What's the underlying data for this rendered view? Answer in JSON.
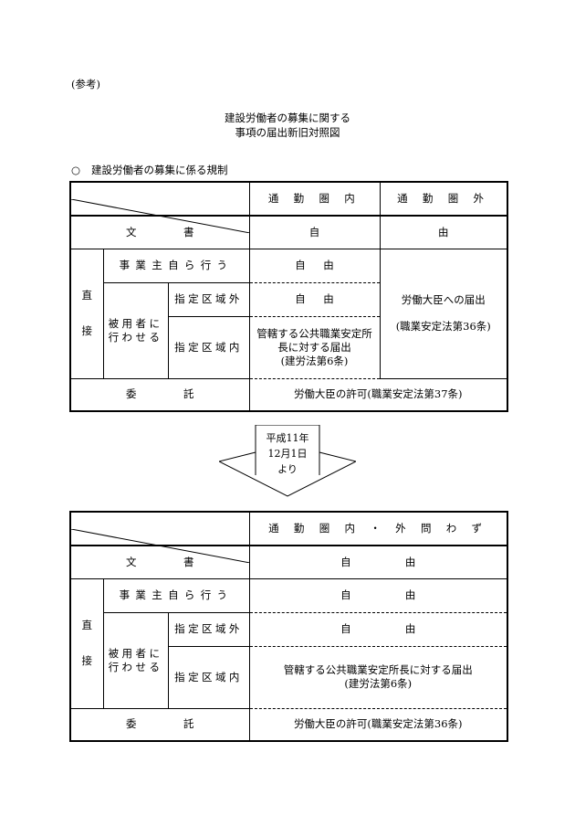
{
  "reference_label": "(参考)",
  "title_lines": [
    "建設労働者の募集に関する",
    "事項の届出新旧対照図"
  ],
  "section": {
    "mark": "○",
    "label": "建設労働者の募集に係る規制"
  },
  "old_table": {
    "headers": [
      "通 勤 圏 内",
      "通 勤 圏 外"
    ],
    "rows": {
      "document": {
        "label_left": "文",
        "label_right": "書",
        "inside": "自",
        "outside": "由"
      },
      "direct_label": [
        "直",
        "接"
      ],
      "employer": {
        "label": "事業主自ら行う",
        "inside_left": "自",
        "inside_right": "由"
      },
      "employee_label": [
        "被用者に",
        "行わせる"
      ],
      "outside_area": {
        "label": "指定区域外",
        "inside_left": "自",
        "inside_right": "由"
      },
      "inside_area": {
        "label": "指定区域内",
        "inside": [
          "管轄する公共職業安定所",
          "長に対する届出",
          "(建労法第6条)"
        ]
      },
      "outside_merged": [
        "労働大臣への届出",
        "(職業安定法第36条)"
      ],
      "commission": {
        "label_left": "委",
        "label_right": "託",
        "value": "労働大臣の許可(職業安定法第37条)"
      }
    }
  },
  "arrow": {
    "lines": [
      "平成11年",
      "12月1日",
      "より"
    ]
  },
  "new_table": {
    "header": "通 勤 圏 内 ・ 外 問 わ ず",
    "rows": {
      "document": {
        "label_left": "文",
        "label_right": "書",
        "left": "自",
        "right": "由"
      },
      "direct_label": [
        "直",
        "接"
      ],
      "employer": {
        "label": "事業主自ら行う",
        "left": "自",
        "right": "由"
      },
      "employee_label": [
        "被用者に",
        "行わせる"
      ],
      "outside_area": {
        "label": "指定区域外",
        "left": "自",
        "right": "由"
      },
      "inside_area": {
        "label": "指定区域内",
        "value": [
          "管轄する公共職業安定所長に対する届出",
          "(建労法第6条)"
        ]
      },
      "commission": {
        "label_left": "委",
        "label_right": "託",
        "value": "労働大臣の許可(職業安定法第36条)"
      }
    }
  }
}
